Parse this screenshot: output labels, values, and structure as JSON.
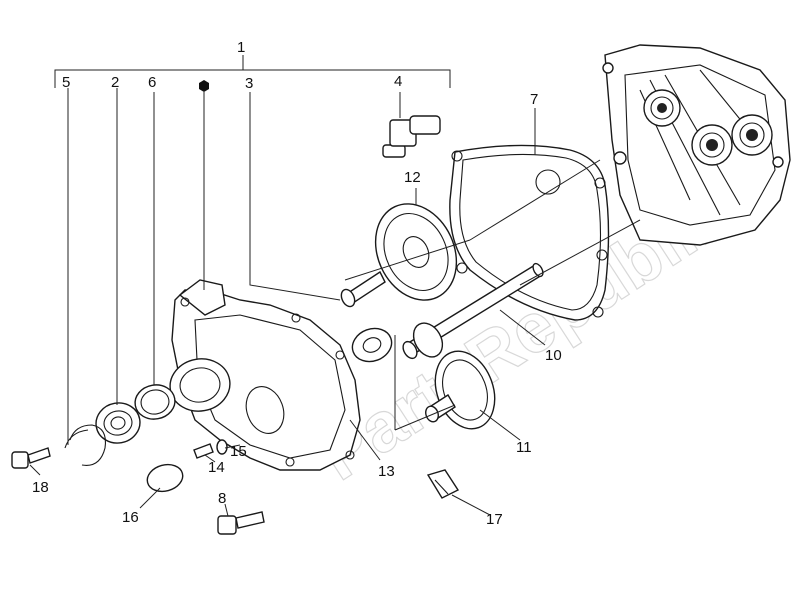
{
  "labels": {
    "l1": "1",
    "l2": "2",
    "l3": "3",
    "l4": "4",
    "l5": "5",
    "l6": "6",
    "l7": "7",
    "l8": "8",
    "l10": "10",
    "l11": "11",
    "l12": "12",
    "l13": "13",
    "l14": "14",
    "l15": "15",
    "l16": "16",
    "l17": "17",
    "l18": "18"
  },
  "watermark": "PartsRepublik"
}
